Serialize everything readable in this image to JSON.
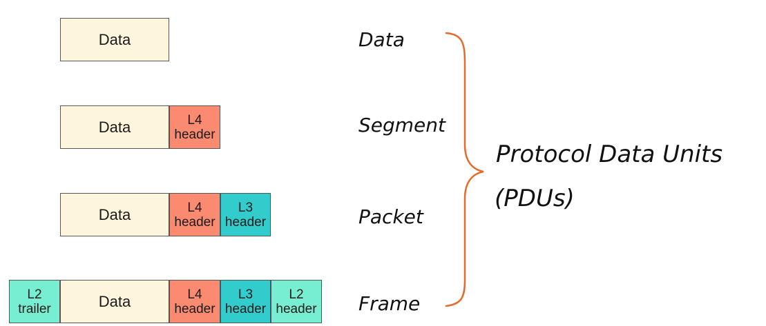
{
  "colors": {
    "data": "#fdf5dc",
    "l4": "#fa8a70",
    "l3": "#33cccc",
    "l2": "#77eed2",
    "brace": "#e8692a"
  },
  "rows": [
    {
      "name": "Data",
      "blocks": [
        {
          "kind": "data",
          "line1": "Data"
        }
      ]
    },
    {
      "name": "Segment",
      "blocks": [
        {
          "kind": "data",
          "line1": "Data"
        },
        {
          "kind": "l4",
          "line1": "L4",
          "line2": "header"
        }
      ]
    },
    {
      "name": "Packet",
      "blocks": [
        {
          "kind": "data",
          "line1": "Data"
        },
        {
          "kind": "l4",
          "line1": "L4",
          "line2": "header"
        },
        {
          "kind": "l3",
          "line1": "L3",
          "line2": "header"
        }
      ]
    },
    {
      "name": "Frame",
      "blocks": [
        {
          "kind": "l2",
          "line1": "L2",
          "line2": "trailer"
        },
        {
          "kind": "data",
          "line1": "Data"
        },
        {
          "kind": "l4",
          "line1": "L4",
          "line2": "header"
        },
        {
          "kind": "l3",
          "line1": "L3",
          "line2": "header"
        },
        {
          "kind": "l2",
          "line1": "L2",
          "line2": "header"
        }
      ]
    }
  ],
  "title": {
    "line1": "Protocol Data Units",
    "line2": "(PDUs)"
  }
}
